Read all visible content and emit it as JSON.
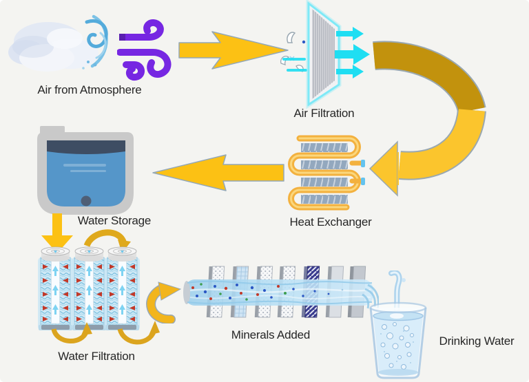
{
  "diagram": {
    "background": "#f4f4f1",
    "text_color": "#262626",
    "steps": [
      {
        "id": "air-from-atmosphere",
        "label": "Air from Atmosphere"
      },
      {
        "id": "air-filtration",
        "label": "Air Filtration"
      },
      {
        "id": "heat-exchanger",
        "label": "Heat Exchanger"
      },
      {
        "id": "water-storage",
        "label": "Water Storage"
      },
      {
        "id": "water-filtration",
        "label": "Water Filtration"
      },
      {
        "id": "minerals-added",
        "label": "Minerals Added"
      },
      {
        "id": "drinking-water",
        "label": "Drinking Water"
      }
    ],
    "icons": [
      "cloud-with-water-swirl-icon",
      "wind-gust-icon",
      "flow-arrow-right",
      "air-filter-panel-icon",
      "clean-air-arrows",
      "curved-ribbon-arrow",
      "heat-exchanger-coil-icon",
      "flow-arrow-left",
      "water-tank-icon",
      "tank-outlet-arrow",
      "filter-cartridges-icon",
      "filtration-loop-arrows",
      "hook-arrow",
      "mineral-filter-plates-icon",
      "mineral-water-stream",
      "water-glass-icon",
      "pouring-water-icon"
    ],
    "colors": {
      "flow_arrow_yellow": "#FCC114",
      "arrow_outline_gray": "#93A8B8",
      "ribbon_dark_gold": "#C2920D",
      "ribbon_bright_gold": "#FBC52D",
      "wind_purple": "#7627E2",
      "clean_air_cyan": "#1FDEF2",
      "tank_water_blue": "#5596C9",
      "tank_lid_slate": "#3E4D63",
      "heat_exchanger_fin_slate": "#93A8BE",
      "heat_exchanger_tube_amber": "#F3B13E",
      "connector_blue": "#63C3EF",
      "mineral_plate_navy": "#383A8E",
      "speck_red": "#C23828",
      "speck_green": "#3D9E4E",
      "speck_blue": "#2B57C4",
      "water_light_blue": "#A9D2EE"
    }
  }
}
